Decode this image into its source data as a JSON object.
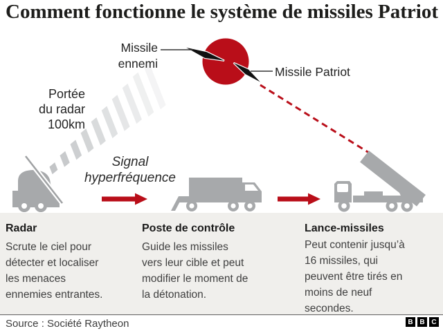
{
  "title": "Comment fonctionne le système de missiles Patriot",
  "labels": {
    "enemy_missile": "Missile ennemi",
    "patriot_missile": "Missile Patriot",
    "radar_range_lines": [
      "Portée",
      "du radar",
      "100km"
    ],
    "signal_lines": [
      "Signal",
      "hyperfréquence"
    ]
  },
  "columns": [
    {
      "heading": "Radar",
      "body": "Scrute le ciel pour détecter et localiser les menaces ennemies entrantes."
    },
    {
      "heading": "Poste de contrôle",
      "body": "Guide les missiles vers leur cible et peut modifier le moment de la détonation."
    },
    {
      "heading": "Lance-missiles",
      "body": "Peut contenir jusqu’à 16 missiles, qui peuvent être tirés en moins de neuf secondes."
    }
  ],
  "footer": {
    "source": "Source : Société Raytheon",
    "logo_letters": [
      "B",
      "B",
      "C"
    ]
  },
  "colors": {
    "accent_red": "#b90e19",
    "vehicle_gray": "#a7a9ab",
    "panel_bg": "#f0efec",
    "title_text": "#1d1d1b",
    "body_text": "#3f3f3f"
  }
}
